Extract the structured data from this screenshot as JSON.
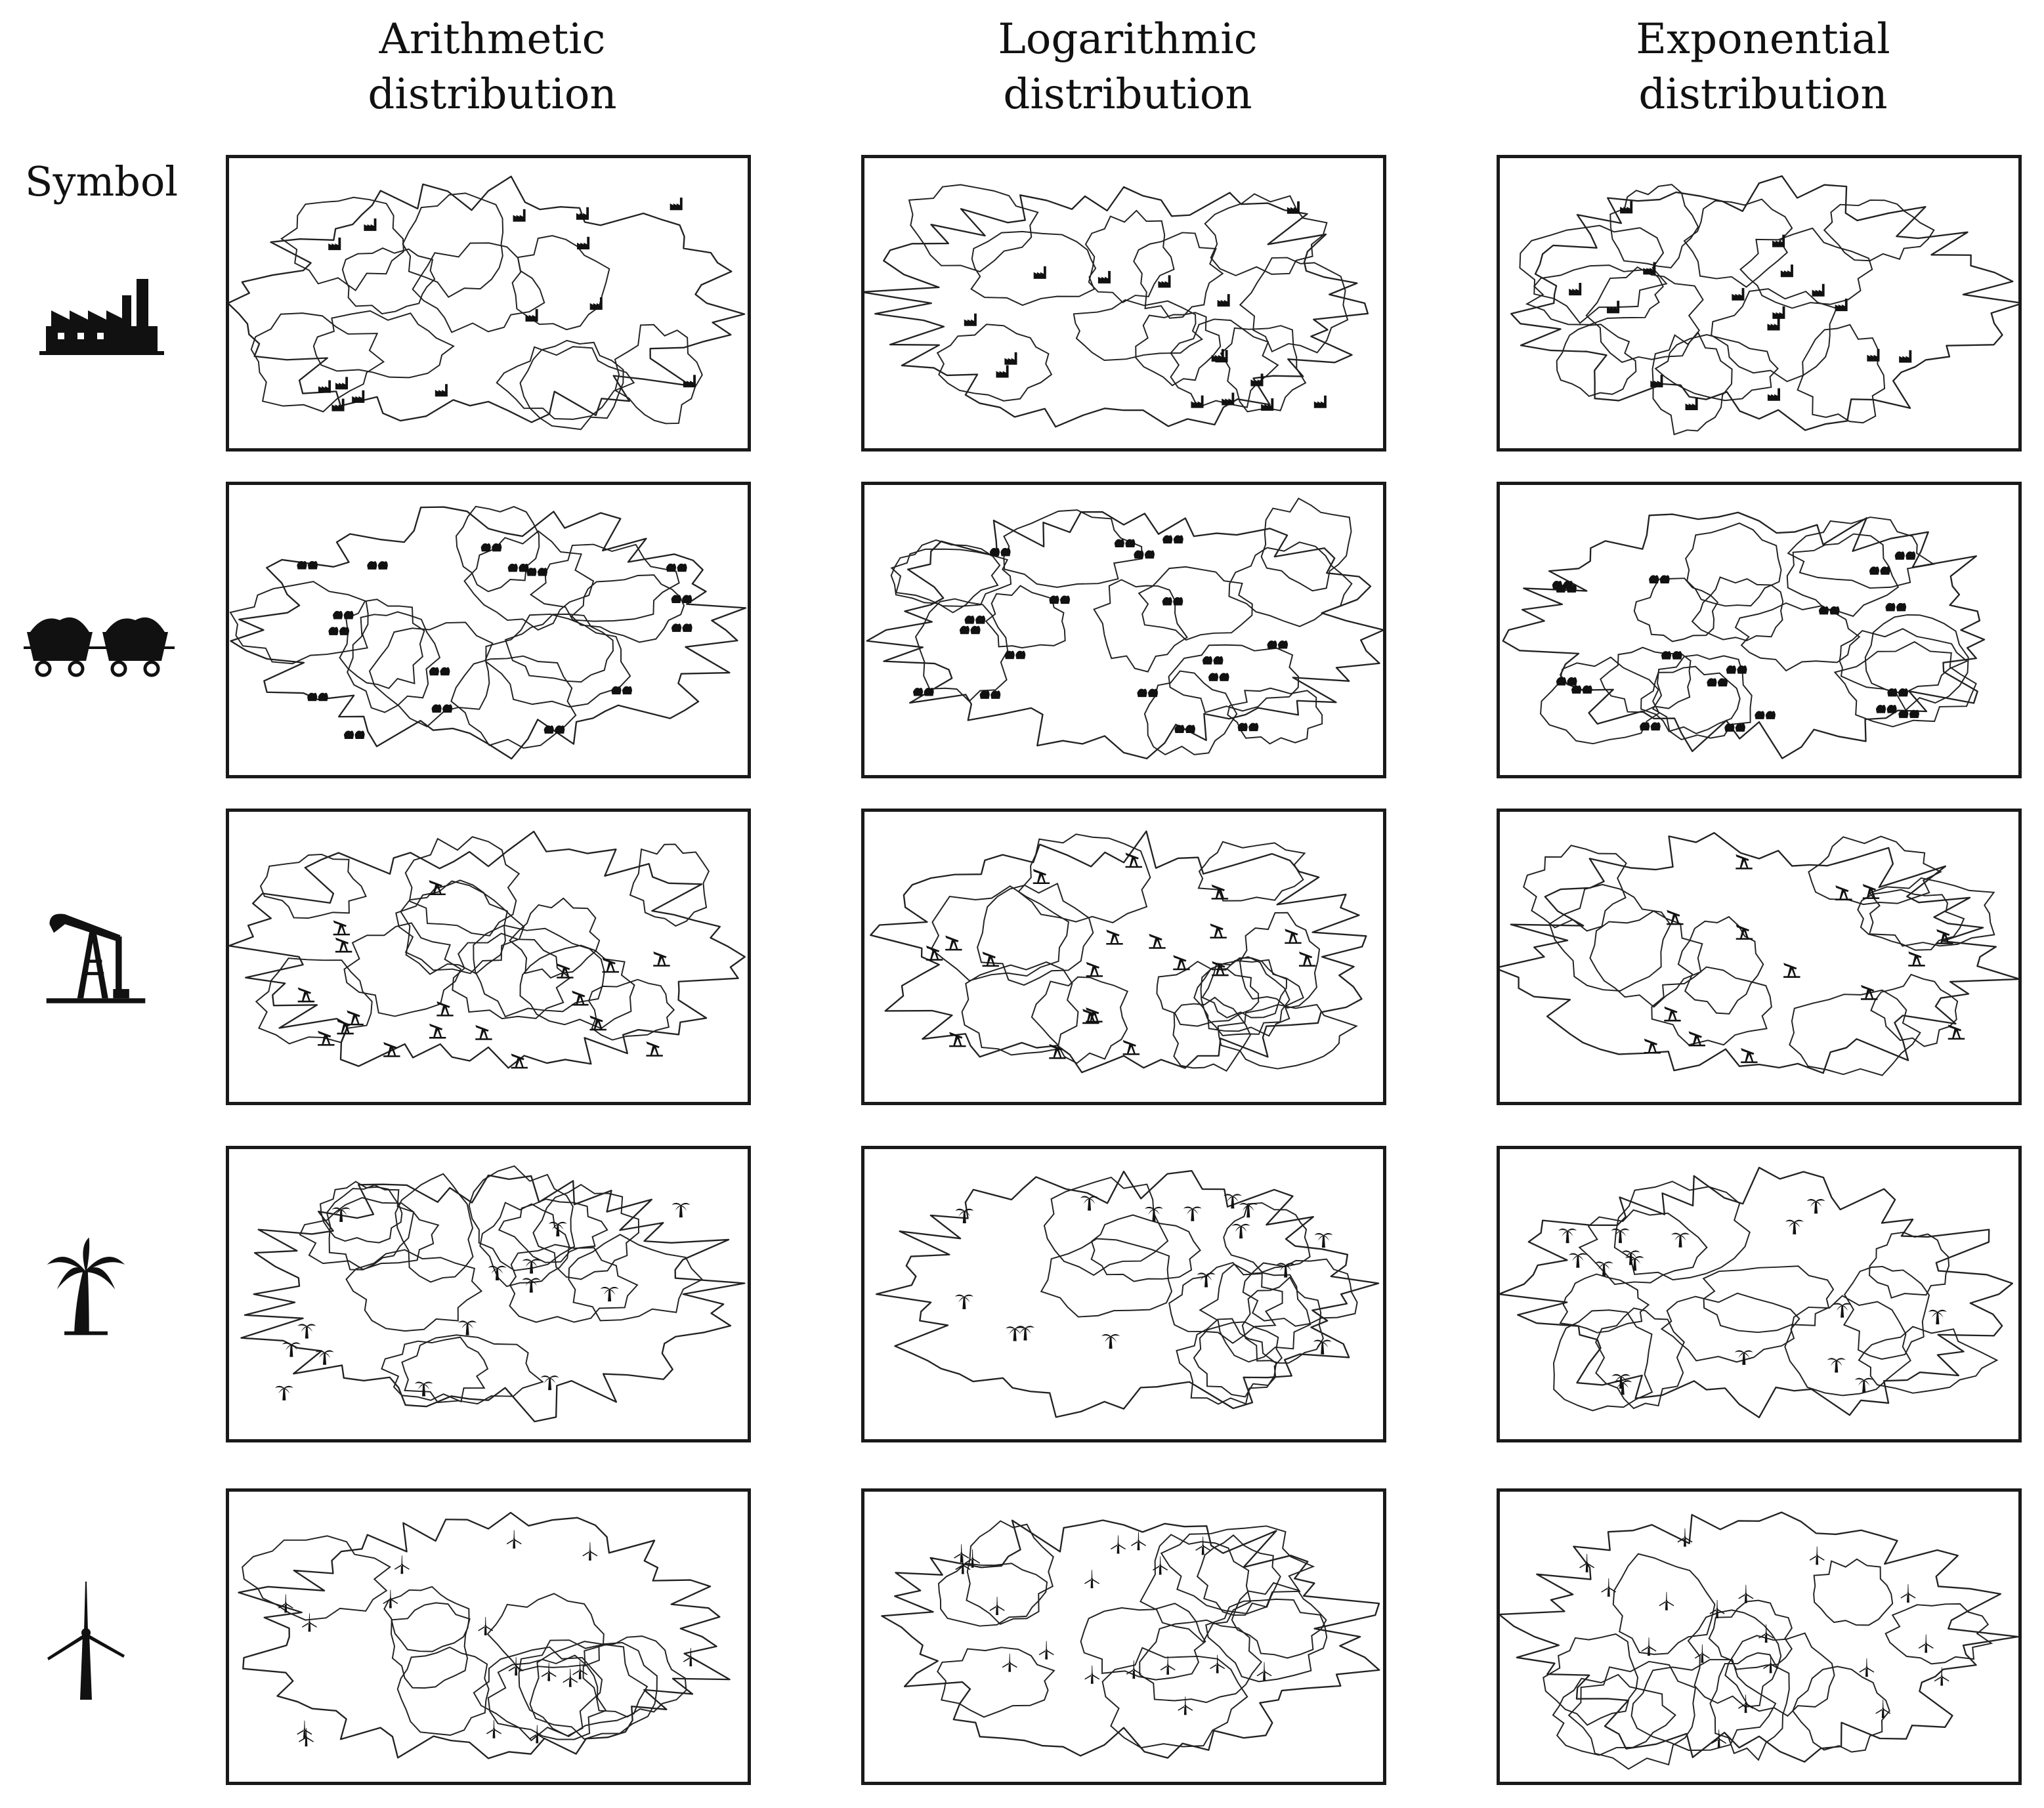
{
  "headers": {
    "arithmetic": [
      "Arithmetic",
      "distribution"
    ],
    "logarithmic": [
      "Logarithmic",
      "distribution"
    ],
    "exponential": [
      "Exponential",
      "distribution"
    ]
  },
  "symbol_label": "Symbol",
  "rows": [
    {
      "symbol": "factory-icon"
    },
    {
      "symbol": "coal-cart-icon"
    },
    {
      "symbol": "oil-pump-icon"
    },
    {
      "symbol": "palm-tree-icon"
    },
    {
      "symbol": "wind-turbine-icon"
    }
  ]
}
